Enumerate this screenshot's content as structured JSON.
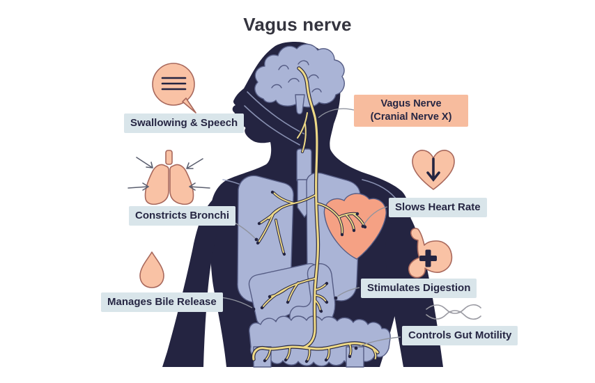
{
  "title": "Vagus nerve",
  "diagram": {
    "subject": "vagus-nerve-body-illustration",
    "nerve_box": {
      "line1": "Vagus Nerve",
      "line2": "(Cranial Nerve X)"
    },
    "labels": {
      "swallowing": "Swallowing & Speech",
      "bronchi": "Constricts Bronchi",
      "bile": "Manages Bile Release",
      "heart_rate": "Slows Heart Rate",
      "digestion": "Stimulates Digestion",
      "gut": "Controls Gut Motility"
    },
    "icons": [
      "speech-bubble-icon",
      "lungs-arrows-icon",
      "droplet-icon",
      "heart-down-arrow-icon",
      "stomach-plus-icon",
      "wavy-lines-icon"
    ]
  },
  "colors": {
    "navy": "#242441",
    "organ": "#aab4d6",
    "organStroke": "#555c84",
    "throat": "#9aa3c6",
    "nerve": "#eed986",
    "peach": "#f9c2a5",
    "peachStroke": "#a8685c",
    "heartOrgan": "#f5a184",
    "labelBg": "#d9e5ea",
    "salmonBg": "#f7bc9e",
    "text": "#262643",
    "connector": "#8f939e",
    "arrow": "#5a5e6e",
    "wave": "#9a9aa2"
  }
}
